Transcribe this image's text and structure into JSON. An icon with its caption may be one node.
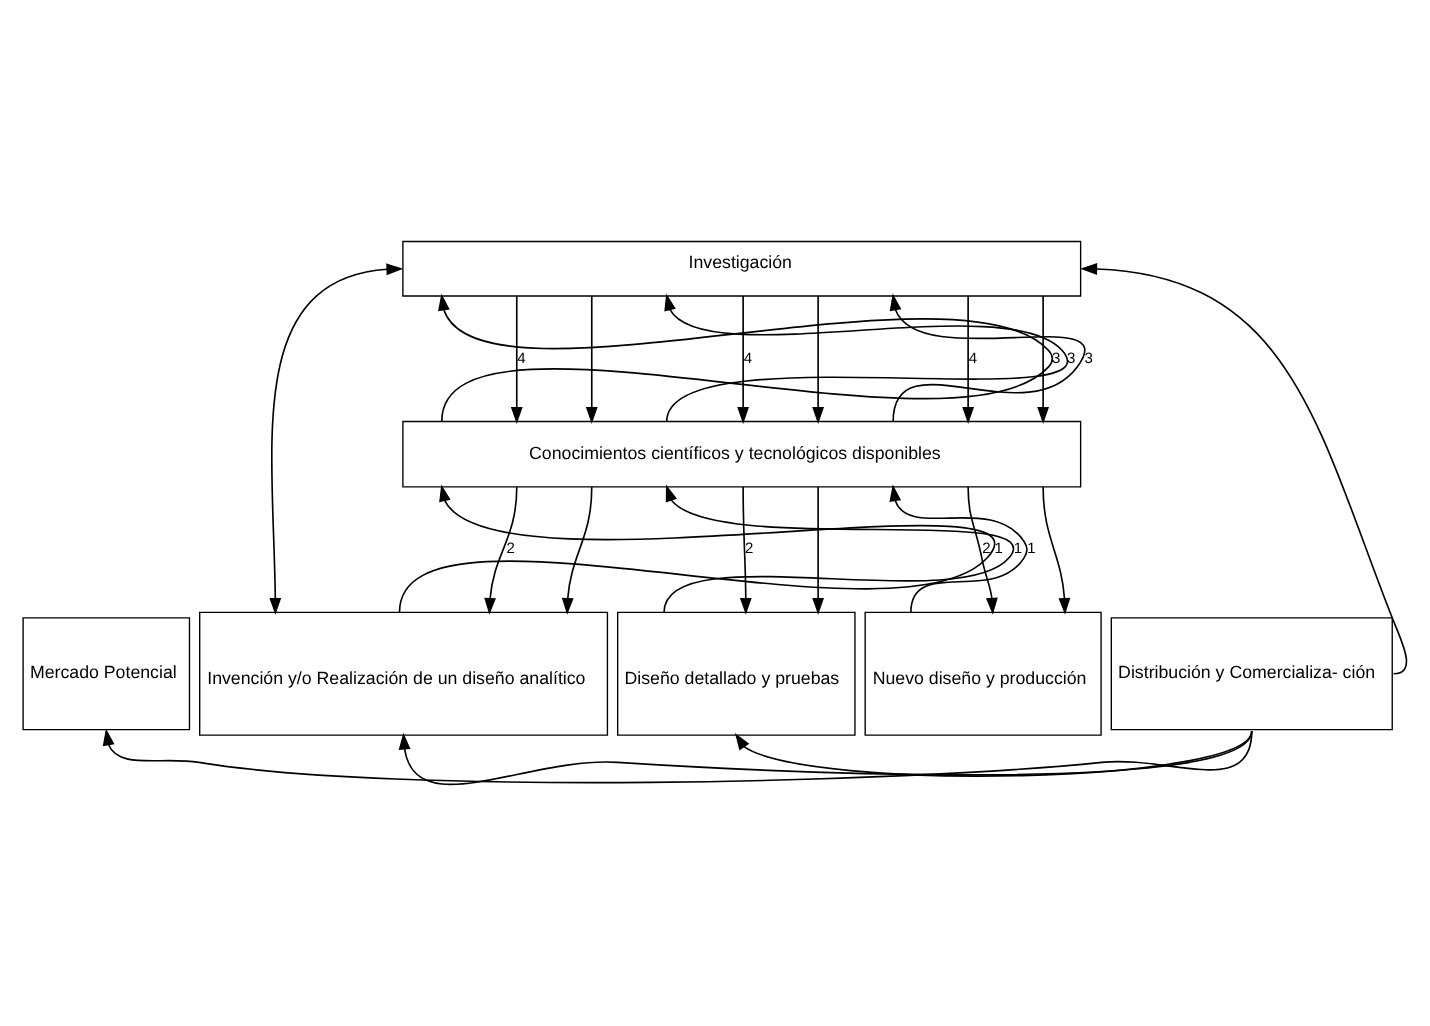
{
  "diagram": {
    "nodes": [
      {
        "text": [
          "Investigación"
        ]
      },
      {
        "text": [
          "Conocimientos científicos y tecnológicos disponibles"
        ]
      },
      {
        "text": [
          "Mercado Potencial"
        ]
      },
      {
        "text": [
          "Invención y/o Realización de un diseño analítico"
        ]
      },
      {
        "text": [
          "Diseño detallado y pruebas"
        ]
      },
      {
        "text": [
          "Nuevo diseño y producción"
        ]
      },
      {
        "text": [
          "Distribución y Comercializa- ción"
        ]
      }
    ],
    "edges": [
      {
        "from": 0,
        "to": 3,
        "arrow": "both"
      },
      {
        "from": 1,
        "to": 0,
        "arrow": "to",
        "label": "3"
      },
      {
        "from": 0,
        "to": 1,
        "arrow": "to",
        "label": "4"
      },
      {
        "from": 0,
        "to": 1,
        "arrow": "to"
      },
      {
        "from": 1,
        "to": 0,
        "arrow": "to",
        "label": "3"
      },
      {
        "from": 0,
        "to": 1,
        "arrow": "to",
        "label": "4"
      },
      {
        "from": 0,
        "to": 1,
        "arrow": "to"
      },
      {
        "from": 1,
        "to": 0,
        "arrow": "to",
        "label": "3"
      },
      {
        "from": 0,
        "to": 1,
        "arrow": "to",
        "label": "4"
      },
      {
        "from": 0,
        "to": 1,
        "arrow": "to"
      },
      {
        "from": 6,
        "to": 0,
        "arrow": "to"
      },
      {
        "from": 3,
        "to": 1,
        "arrow": "to",
        "label": "1"
      },
      {
        "from": 1,
        "to": 3,
        "arrow": "to",
        "label": "2"
      },
      {
        "from": 1,
        "to": 3,
        "arrow": "to"
      },
      {
        "from": 4,
        "to": 1,
        "arrow": "to",
        "label": "1"
      },
      {
        "from": 1,
        "to": 4,
        "arrow": "to",
        "label": "2"
      },
      {
        "from": 1,
        "to": 4,
        "arrow": "to"
      },
      {
        "from": 5,
        "to": 1,
        "arrow": "to",
        "label": "1"
      },
      {
        "from": 1,
        "to": 5,
        "arrow": "to",
        "label": "2"
      },
      {
        "from": 1,
        "to": 5,
        "arrow": "to"
      },
      {
        "from": 6,
        "to": 4,
        "arrow": "to"
      },
      {
        "from": 6,
        "to": 3,
        "arrow": "to"
      },
      {
        "from": 6,
        "to": 2,
        "arrow": "to"
      }
    ]
  }
}
